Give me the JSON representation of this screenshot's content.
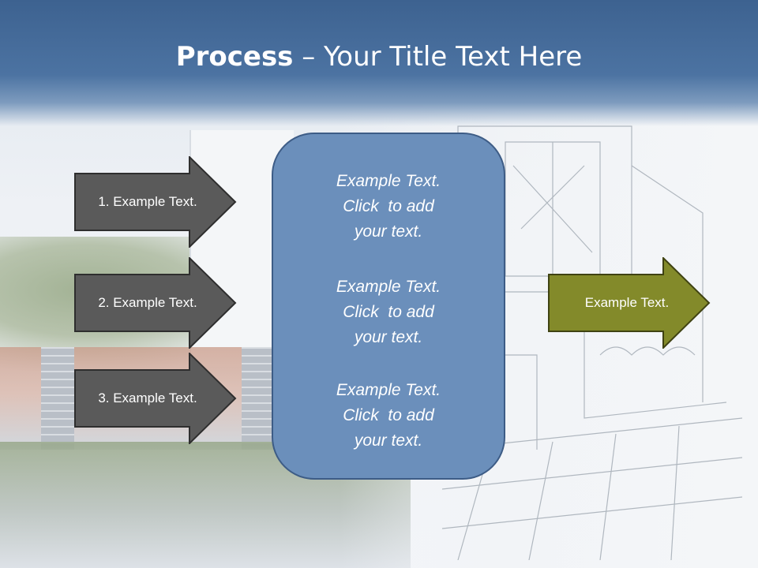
{
  "title": {
    "bold": "Process",
    "rest": " – Your Title Text Here"
  },
  "inputs": [
    {
      "label": "1. Example Text."
    },
    {
      "label": "2. Example Text."
    },
    {
      "label": "3. Example Text."
    }
  ],
  "center": {
    "blocks": [
      {
        "line1": "Example Text.",
        "line2": "Click  to add",
        "line3": "your text."
      },
      {
        "line1": "Example Text.",
        "line2": "Click  to add",
        "line3": "your text."
      },
      {
        "line1": "Example Text.",
        "line2": "Click  to add",
        "line3": "your text."
      }
    ]
  },
  "output": {
    "label": "Example Text."
  },
  "colors": {
    "title_band": "#4c73a2",
    "input_arrow": "#5a5a5a",
    "center_box": "#6b8fbb",
    "output_arrow": "#838a2a"
  }
}
